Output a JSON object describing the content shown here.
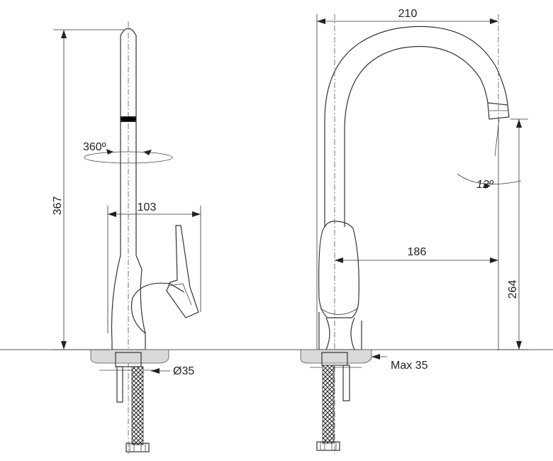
{
  "labels": {
    "height_total": "367",
    "rotation": "360º",
    "lever_offset": "103",
    "hole_diameter": "Ø35",
    "spout_reach": "210",
    "outlet_reach": "186",
    "outlet_angle": "12º",
    "outlet_height": "264",
    "max_thickness": "Max 35"
  },
  "colors": {
    "line": "#333333",
    "countertop": "#d9d9d9",
    "background": "#ffffff"
  }
}
